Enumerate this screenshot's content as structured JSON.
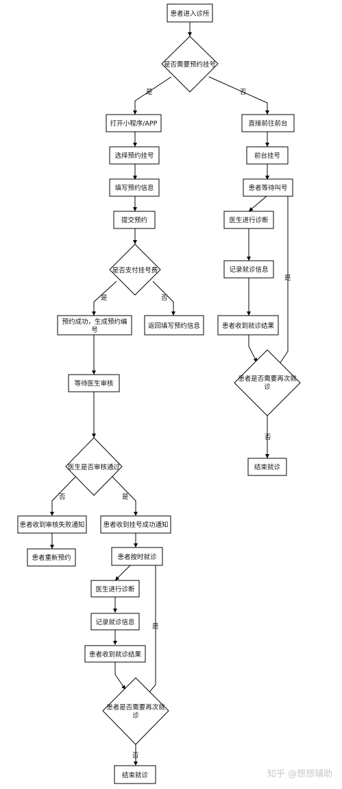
{
  "flowchart": {
    "nodes": {
      "start": "患者进入诊所",
      "need_appointment": "是否需要预约挂号",
      "open_app": "打开小程序/APP",
      "select_reg": "选择预约挂号",
      "fill_info": "填写预约信息",
      "submit": "提交预约",
      "paid": "是否支付挂号费",
      "success": [
        "预约成功，生成预约编",
        "号"
      ],
      "return_fill": "返回填写预约信息",
      "wait_review": "等待医生审核",
      "review_passed": "医生是否审核通过",
      "reject_notice": "患者收到审核失败通知",
      "reappoint": "患者重新预约",
      "success_notice": "患者收到挂号成功通知",
      "on_time": "患者按时就诊",
      "doctor_diag_left": "医生进行诊断",
      "record_left": "记录就诊信息",
      "result_left": "患者收到就诊结果",
      "again_left": [
        "患者是否需要再次就",
        "诊"
      ],
      "end_left": "结束就诊",
      "go_front": "直接前往前台",
      "front_reg": "前台挂号",
      "wait_call": "患者等待叫号",
      "doctor_diag_right": "医生进行诊断",
      "record_right": "记录就诊信息",
      "result_right": "患者收到就诊结果",
      "again_right": [
        "患者是否需要再次就",
        "诊"
      ],
      "end_right": "结束就诊"
    },
    "labels": {
      "yes": "是",
      "no": "否"
    }
  },
  "watermark": "知乎 @想想辅助"
}
